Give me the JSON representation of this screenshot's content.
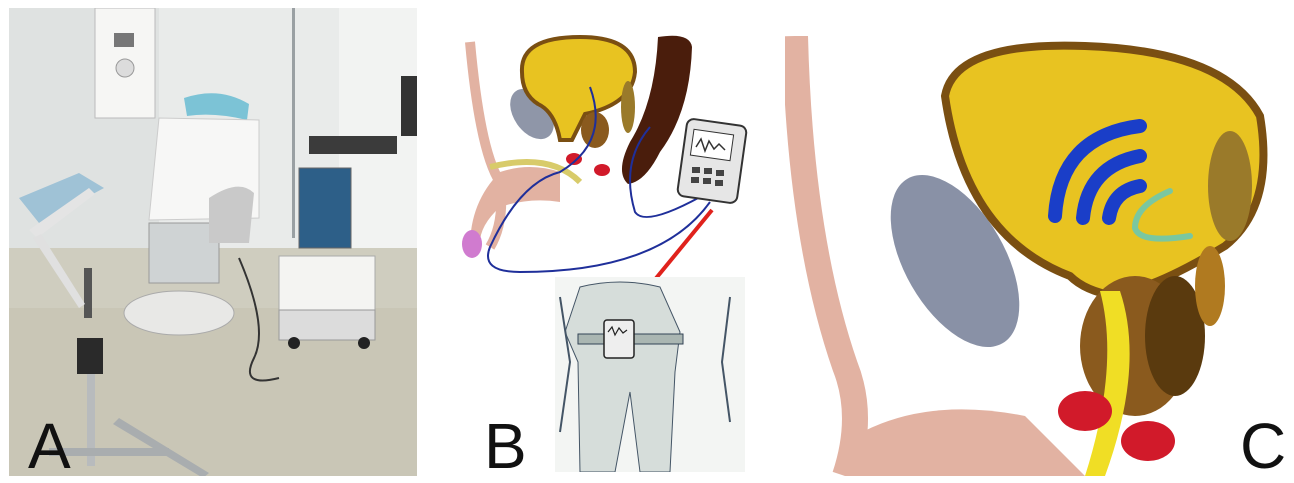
{
  "panels": [
    {
      "id": "A",
      "label": "A"
    },
    {
      "id": "B",
      "label": "B"
    },
    {
      "id": "C",
      "label": "C"
    }
  ],
  "colors": {
    "bladder": "#e8c321",
    "bladder_outline": "#7a4f12",
    "rectum_dark": "#4a1d0c",
    "wire": "#1f2f9a",
    "arrow": "#e0221c",
    "ultrasound_waves": "#1a3ec8",
    "skin": "#e2a995",
    "gland_red": "#d11a2a"
  },
  "icons": [
    "monitor-device-icon",
    "red-arrow-icon",
    "ultrasound-wave-icon"
  ]
}
